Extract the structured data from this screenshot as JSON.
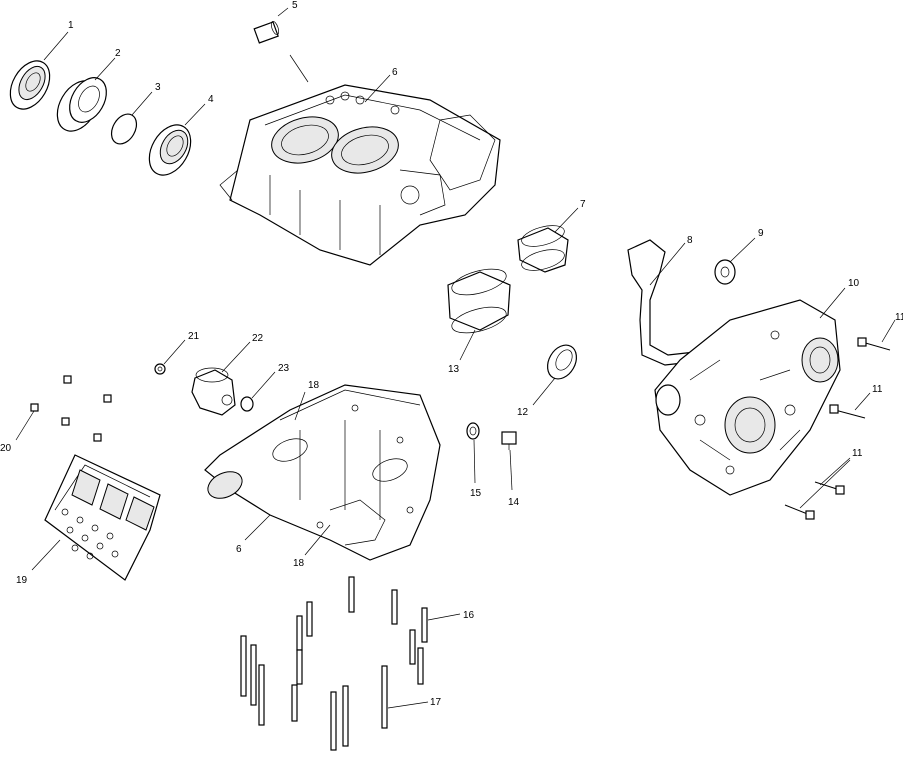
{
  "diagram": {
    "callouts": {
      "c1": "1",
      "c2": "2",
      "c3": "3",
      "c4": "4",
      "c5": "5",
      "c6a": "6",
      "c6b": "6",
      "c16": "16",
      "c7": "7",
      "c8": "8",
      "c9": "9",
      "c10": "10",
      "c11a": "11",
      "c11b": "11",
      "c11c": "11",
      "c12": "12",
      "c13": "13",
      "c14": "14",
      "c15": "15",
      "c17": "17",
      "c18a": "18",
      "c18b": "18",
      "c19": "19",
      "c20": "20",
      "c21": "21",
      "c22": "22",
      "c23": "23"
    }
  }
}
